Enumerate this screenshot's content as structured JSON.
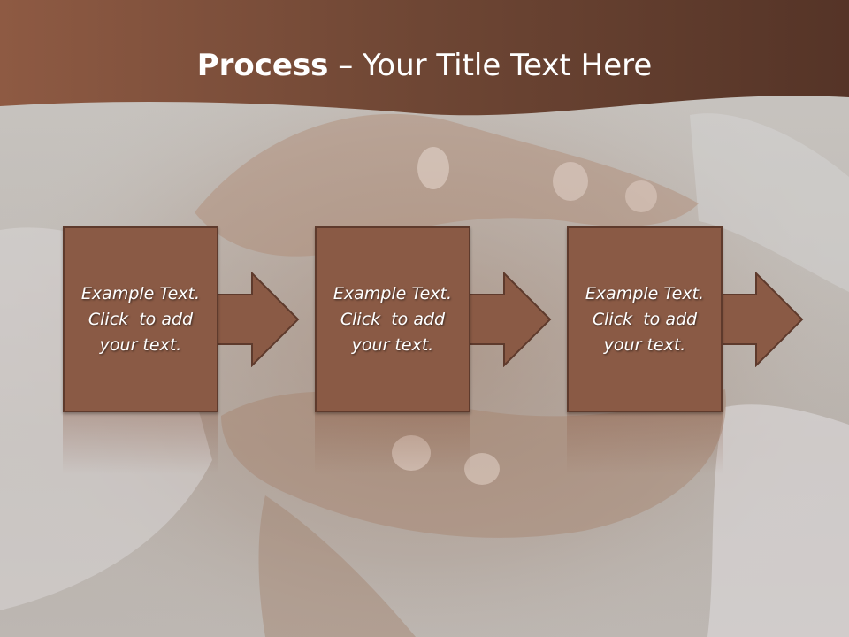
{
  "slide": {
    "title_bold": "Process",
    "title_rest": " – Your Title Text Here",
    "steps": [
      {
        "line1": "Example Text.",
        "line2": "Click  to add",
        "line3": "your text."
      },
      {
        "line1": "Example Text.",
        "line2": "Click  to add",
        "line3": "your text."
      },
      {
        "line1": "Example Text.",
        "line2": "Click  to add",
        "line3": "your text."
      }
    ]
  },
  "colors": {
    "header_brown": "#6b4332",
    "box_fill": "#8a5a45",
    "box_border": "#5e3a2c",
    "title_text": "#ffffff"
  },
  "icons": {
    "arrow": "right-arrow-icon"
  }
}
